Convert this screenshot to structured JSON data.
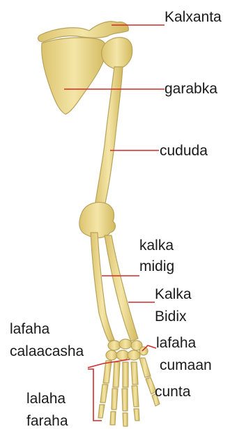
{
  "labels": {
    "clavicle": "Kalxanta",
    "scapula": "garabka",
    "humerus": "cududa",
    "ulna_1": "kalka",
    "ulna_2": "midig",
    "radius_1": "Kalka",
    "radius_2": "Bidix",
    "carpals_1": "lafaha",
    "carpals_2": "calaacasha",
    "metacarpals_1": "lafaha",
    "metacarpals_2": "cumaan",
    "metacarpals_3": "cunta",
    "phalanges_1": "lalaha",
    "phalanges_2": "faraha"
  },
  "colors": {
    "bone_fill": "#ecd98f",
    "bone_stroke": "#b8a25a",
    "bone_shade": "#d6bd62",
    "leader_line": "#d42a2a",
    "text": "#1a1a1a"
  }
}
